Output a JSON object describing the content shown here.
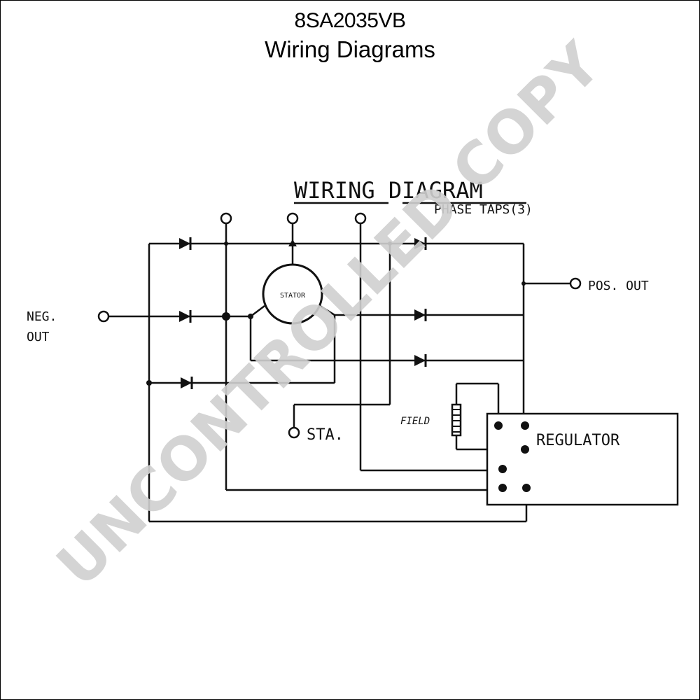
{
  "header": {
    "part_number": "8SA2035VB",
    "subtitle": "Wiring Diagrams"
  },
  "diagram": {
    "heading": "WIRING DIAGRAM",
    "phase_taps_label": "PHASE TAPS(3)",
    "stator_label": "STATOR",
    "neg_out_label_1": "NEG.",
    "neg_out_label_2": "OUT",
    "pos_out_label": "POS. OUT",
    "sta_label": "STA.",
    "field_label": "FIELD",
    "regulator_label": "REGULATOR"
  },
  "watermark": {
    "text": "UNCONTROLLED COPY",
    "color": "#d0d0d0"
  }
}
